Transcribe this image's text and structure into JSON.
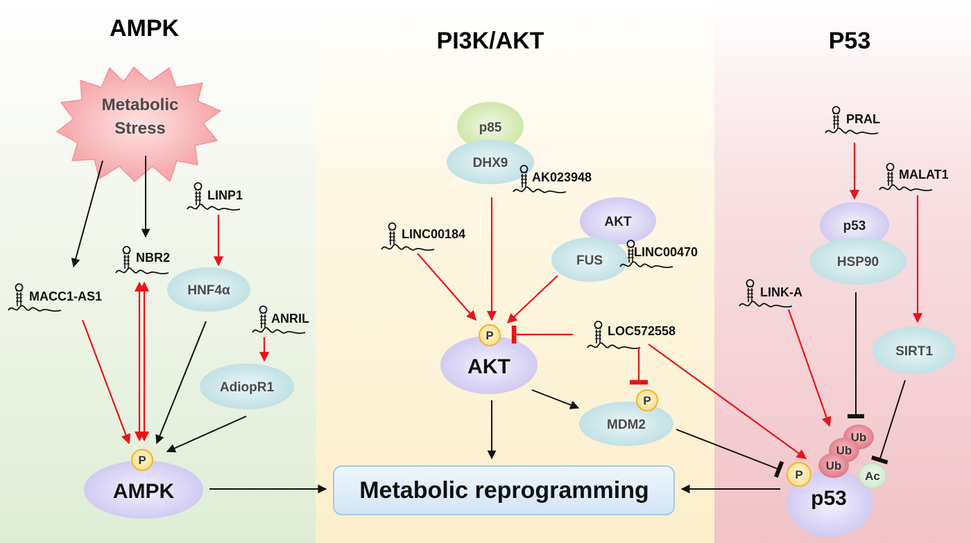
{
  "sections": {
    "ampk": {
      "title": "AMPK"
    },
    "pi3k": {
      "title": "PI3K/AKT"
    },
    "p53": {
      "title": "P53"
    }
  },
  "nodes": {
    "metabolic_stress_line1": "Metabolic",
    "metabolic_stress_line2": "Stress",
    "hnf4a": "HNF4α",
    "adiopr1": "AdiopR1",
    "ampk": "AMPK",
    "p85": "p85",
    "dhx9": "DHX9",
    "akt_small": "AKT",
    "fus": "FUS",
    "akt": "AKT",
    "mdm2": "MDM2",
    "p53_small": "p53",
    "hsp90": "HSP90",
    "sirt1": "SIRT1",
    "p53": "p53",
    "metabolic_reprogramming": "Metabolic reprogramming",
    "phospho": "P",
    "ub": "Ub",
    "ac": "Ac"
  },
  "lncrnas": {
    "linp1": "LINP1",
    "nbr2": "NBR2",
    "macc1_as1": "MACC1-AS1",
    "anril": "ANRIL",
    "linc00184": "LINC00184",
    "ak023948": "AK023948",
    "linc00470": "LINC00470",
    "loc572558": "LOC572558",
    "pral": "PRAL",
    "malat1": "MALAT1",
    "link_a": "LINK-A"
  },
  "colors": {
    "activation_red": "#e8141b",
    "black_arrow": "#111111",
    "ampk_bg": "#e8f0dc",
    "pi3k_bg": "#fdf3d6",
    "p53_bg": "#f3cbd0",
    "purple_node": "#d9d4f2",
    "teal_node": "#cde7ea",
    "green_node": "#d7eab4",
    "stress_pink": "#f6a9ab",
    "p_yellow": "#fbe7a6",
    "ub_red": "#e27b86",
    "ac_green": "#d9efd4",
    "reprog_blue": "#dceaf7"
  }
}
